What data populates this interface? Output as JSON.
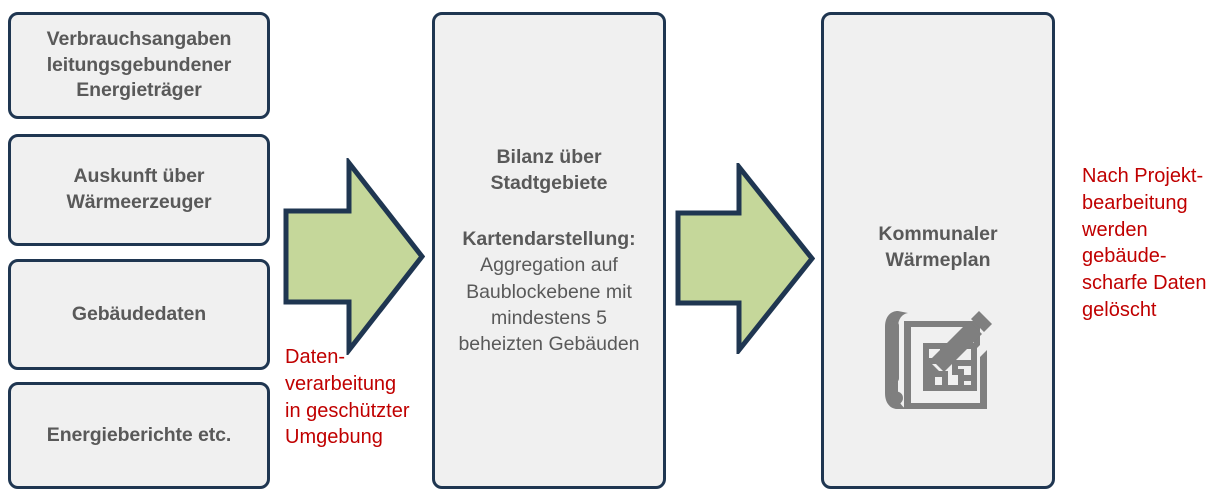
{
  "colors": {
    "box_border": "#1f3651",
    "box_fill": "#f0f0f0",
    "text_gray": "#595959",
    "arrow_fill": "#c5d79a",
    "arrow_border": "#1f3651",
    "red_note": "#c00000",
    "icon_gray": "#7f7f7f"
  },
  "inputs": {
    "boxes": [
      {
        "id": "verbrauch",
        "label": "Verbrauchsangaben\nleitungsgebundener\nEnergieträger"
      },
      {
        "id": "auskunft",
        "label": "Auskunft über\nWärmeerzeuger"
      },
      {
        "id": "gebaeude",
        "label": "Gebäudedaten"
      },
      {
        "id": "berichte",
        "label": "Energieberichte etc."
      }
    ]
  },
  "processing": {
    "heading": "Bilanz über\nStadtgebiete",
    "sub_heading": "Kartendarstellung:",
    "body": "Aggregation auf\nBaublockebene mit\nmindestens 5\nbeheizten Gebäuden"
  },
  "output": {
    "title": "Kommunaler\nWärmeplan",
    "icon_name": "blueprint-pencil-icon"
  },
  "arrows": [
    {
      "id": "arrow-1",
      "icon_name": "right-arrow-icon"
    },
    {
      "id": "arrow-2",
      "icon_name": "right-arrow-icon"
    }
  ],
  "notes": {
    "datenverarbeitung": "Daten-\nverarbeitung\nin geschützter\nUmgebung",
    "geloescht": "Nach Projekt-\nbearbeitung\nwerden\ngebäude-\nscharfe Daten\ngelöscht"
  }
}
